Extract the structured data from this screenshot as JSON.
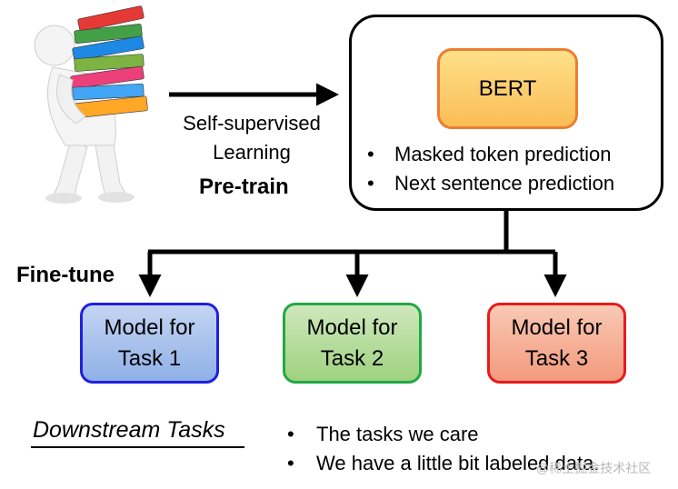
{
  "pretrain": {
    "model_name": "BERT",
    "bullet_1": "Masked token prediction",
    "bullet_2": "Next sentence prediction",
    "arrow_label_line1": "Self-supervised",
    "arrow_label_line2": "Learning",
    "stage_label": "Pre-train"
  },
  "finetune": {
    "stage_label": "Fine-tune",
    "models": [
      {
        "line1": "Model for",
        "line2": "Task 1"
      },
      {
        "line1": "Model for",
        "line2": "Task 2"
      },
      {
        "line1": "Model for",
        "line2": "Task 3"
      }
    ]
  },
  "downstream": {
    "title": "Downstream Tasks",
    "bullet_1": "The tasks we care",
    "bullet_2": "We have a little bit labeled data."
  },
  "watermark": "@稀土掘金技术社区",
  "colors": {
    "bert_border": "#ed7d31",
    "task1_border": "#1f1fe0",
    "task2_border": "#22a843",
    "task3_border": "#e51c1c"
  }
}
